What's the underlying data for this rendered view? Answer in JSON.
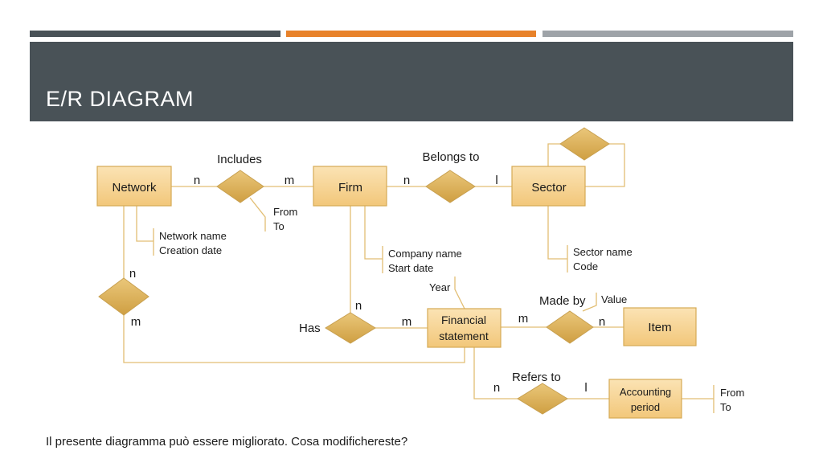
{
  "slide": {
    "title": "E/R DIAGRAM",
    "footer": "Il presente diagramma può essere migliorato. Cosa modifichereste?",
    "colors": {
      "band_dark": "#495257",
      "band_orange": "#e8822a",
      "band_gray": "#9ea3a8",
      "header_bg": "#495257",
      "entity_fill": "#f7d79b",
      "relationship_fill": "#dfb45a",
      "connector": "#e2be73"
    }
  },
  "diagram": {
    "entities": {
      "network": "Network",
      "firm": "Firm",
      "sector": "Sector",
      "financial_statement": [
        "Financial",
        "statement"
      ],
      "item": "Item",
      "accounting_period": [
        "Accounting",
        "period"
      ]
    },
    "relationships": {
      "includes": "Includes",
      "belongs_to": "Belongs to",
      "has": "Has",
      "made_by": "Made by",
      "refers_to": "Refers to"
    },
    "cardinalities": {
      "network_includes": "n",
      "includes_firm": "m",
      "firm_belongs": "n",
      "belongs_sector": "l",
      "network_left_rel": "n",
      "left_rel_bottom": "m",
      "firm_has": "n",
      "has_financial": "m",
      "financial_madeby": "m",
      "madeby_item": "n",
      "financial_refers": "n",
      "refers_accounting": "l"
    },
    "attributes": {
      "includes": [
        "From",
        "To"
      ],
      "network": [
        "Network name",
        "Creation date"
      ],
      "firm": [
        "Company name",
        "Start date"
      ],
      "sector": [
        "Sector name",
        "Code"
      ],
      "financial_statement": [
        "Year"
      ],
      "made_by": [
        "Value"
      ],
      "accounting_period": [
        "From",
        "To"
      ]
    }
  }
}
